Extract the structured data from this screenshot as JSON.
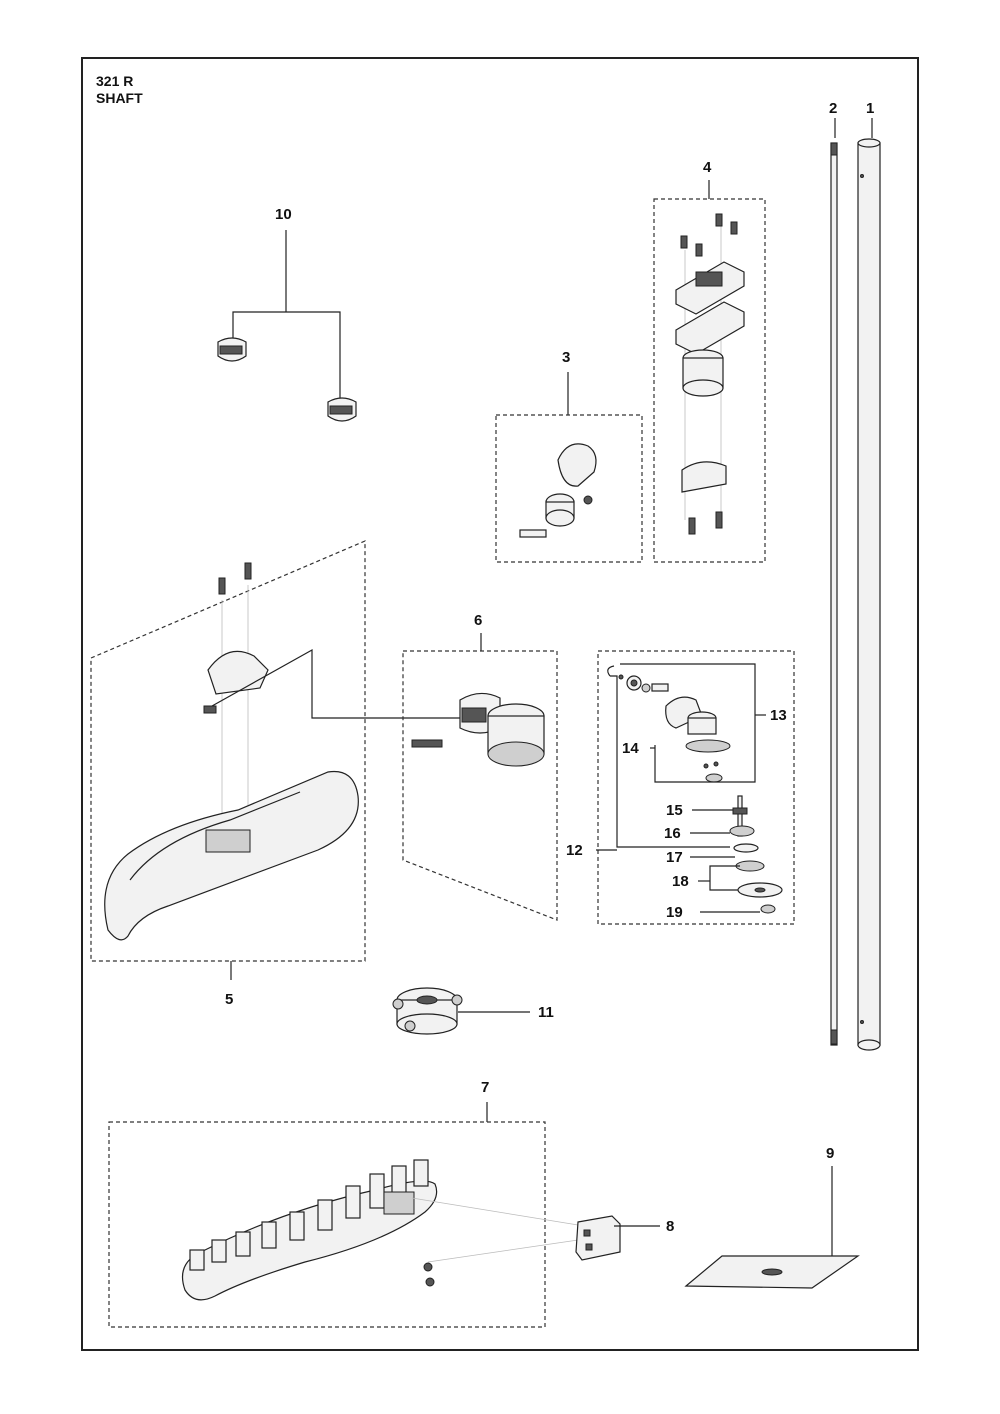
{
  "header": {
    "model": "321 R",
    "section": "SHAFT"
  },
  "callouts": {
    "c1": "1",
    "c2": "2",
    "c3": "3",
    "c4": "4",
    "c5": "5",
    "c6": "6",
    "c7": "7",
    "c8": "8",
    "c9": "9",
    "c10": "10",
    "c11": "11",
    "c12": "12",
    "c13": "13",
    "c14": "14",
    "c15": "15",
    "c16": "16",
    "c17": "17",
    "c18": "18",
    "c19": "19"
  },
  "colors": {
    "line": "#222222",
    "fill": "#f2f2f2",
    "dark": "#555555"
  }
}
